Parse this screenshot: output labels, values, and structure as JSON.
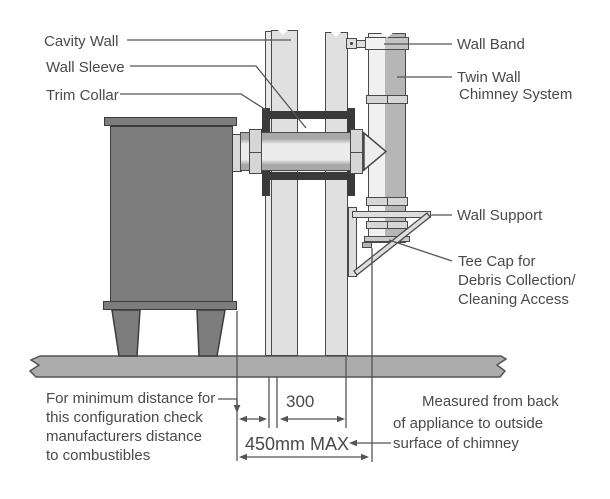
{
  "labels": {
    "cavity_wall": "Cavity Wall",
    "wall_sleeve": "Wall Sleeve",
    "trim_collar": "Trim Collar",
    "wall_band": "Wall Band",
    "twin_wall_1": "Twin Wall",
    "twin_wall_2": "Chimney System",
    "wall_support": "Wall Support",
    "tee_cap_1": "Tee Cap for",
    "tee_cap_2": "Debris Collection/",
    "tee_cap_3": "Cleaning Access"
  },
  "dimensions": {
    "wall_span": "300",
    "max_total": "450mm MAX"
  },
  "notes": {
    "min_distance": [
      "For minimum distance for",
      "this configuration check",
      "manufacturers distance",
      "to combustibles"
    ],
    "measured": [
      "Measured from back",
      "of appliance to outside",
      "surface of chimney"
    ]
  },
  "colors": {
    "stove_gray": "#7d7d7d",
    "wall_gray": "#e0e0e0",
    "dark_fitting": "#3a3a3a",
    "ground_gray": "#acacac",
    "line_gray": "#555555",
    "text_gray": "#4a4a4a"
  }
}
